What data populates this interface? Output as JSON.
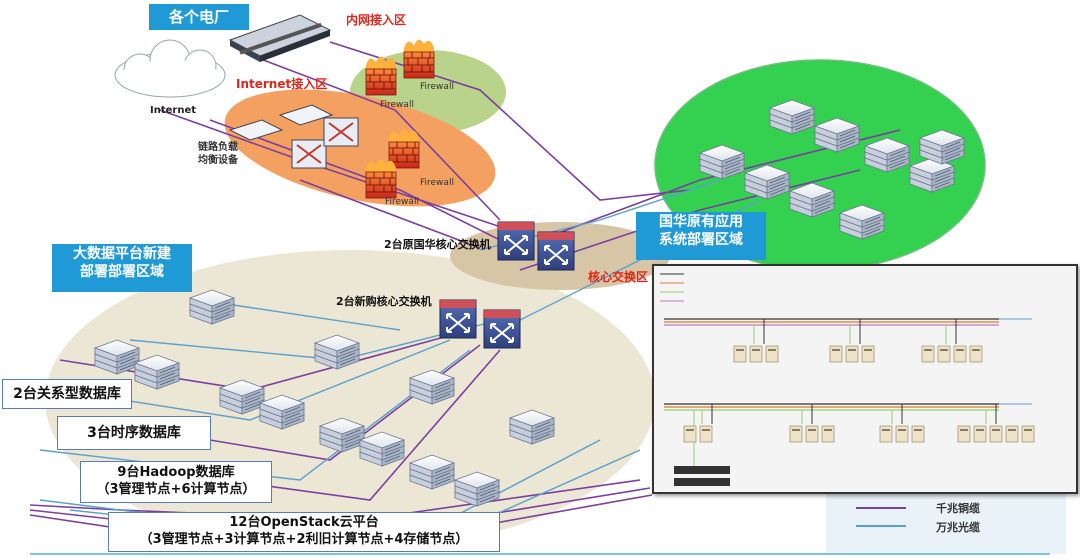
{
  "titles": {
    "power_plants": "各个电厂",
    "big_data_zone_line1": "大数据平台新建",
    "big_data_zone_line2": "部署部署区域",
    "guohua_zone_line1": "国华原有应用",
    "guohua_zone_line2": "系统部署区域"
  },
  "labels": {
    "intranet_access": "内网接入区",
    "internet_access": "Internet接入区",
    "internet": "Internet",
    "load_balancer_line1": "链路负载",
    "load_balancer_line2": "均衡设备",
    "firewall": "Firewall",
    "core_exchange": "核心交换区",
    "orig_core_switch": "2台原国华核心交换机",
    "new_core_switch": "2台新购核心交换机"
  },
  "db_boxes": {
    "relational": "2台关系型数据库",
    "timeseries": "3台时序数据库",
    "hadoop_line1": "9台Hadoop数据库",
    "hadoop_line2": "（3管理节点+6计算节点）",
    "openstack_line1": "12台OpenStack云平台",
    "openstack_line2": "（3管理节点+3计算节点+2利旧计算节点+4存储节点）"
  },
  "legend": {
    "gigabit_copper": "千兆铜缆",
    "ten_gigabit_fiber": "万兆光缆"
  },
  "colors": {
    "title_blue": "#1f9ad6",
    "firewall_red": "#e0261b",
    "intranet_zone": "#b9d48a",
    "internet_zone": "#f4a060",
    "guohua_zone": "#33d14f",
    "big_data_zone": "#ece6d4",
    "core_zone": "#d6c6a6",
    "gigabit_line": "#7b3fa0",
    "ten_gigabit_line": "#5aa0cc"
  }
}
